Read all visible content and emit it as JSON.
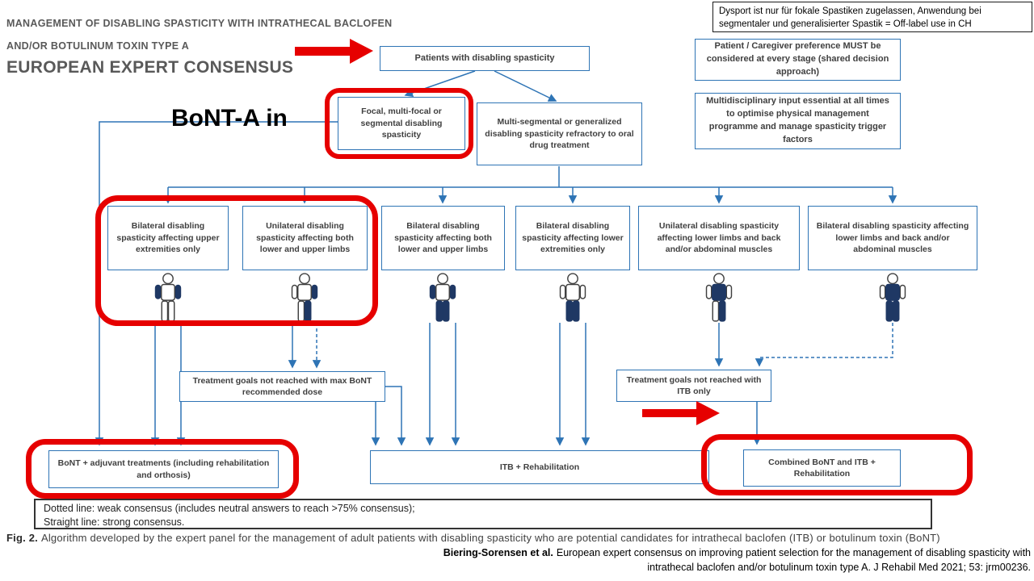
{
  "header": {
    "title_line1": "MANAGEMENT OF DISABLING SPASTICITY WITH INTRATHECAL BACLOFEN",
    "title_line2": "AND/OR BOTULINUM TOXIN TYPE A",
    "title_line3": "EUROPEAN EXPERT CONSENSUS",
    "annotation": "BoNT-A in"
  },
  "notes": {
    "dysport": "Dysport ist nur für fokale Spastiken zugelassen, Anwendung bei segmentaler und generalisierter Spastik = Off-label use in CH",
    "preference": "Patient / Caregiver preference MUST be considered at every stage (shared decision approach)",
    "multidisciplinary": "Multidisciplinary input essential at all times to optimise physical management programme and manage spasticity trigger factors"
  },
  "nodes": {
    "patients": "Patients with disabling spasticity",
    "focal": "Focal, multi-focal or segmental disabling spasticity",
    "multisegmental": "Multi-segmental or generalized disabling spasticity refractory to oral drug treatment",
    "bilateral_upper": "Bilateral disabling spasticity affecting upper extremities only",
    "unilateral_both": "Unilateral disabling spasticity affecting both lower and upper limbs",
    "bilateral_both": "Bilateral disabling spasticity affecting both lower and upper limbs",
    "bilateral_lower": "Bilateral disabling spasticity affecting lower extremities only",
    "unilateral_lower_back": "Unilateral disabling spasticity affecting lower limbs and back and/or abdominal muscles",
    "bilateral_lower_back": "Bilateral disabling spasticity affecting lower limbs and back and/or abdominal muscles",
    "goals_bont": "Treatment goals not reached with max BoNT recommended dose",
    "goals_itb": "Treatment goals not reached with ITB only",
    "bont_adjuvant": "BoNT + adjuvant treatments (including rehabilitation and orthosis)",
    "itb_rehab": "ITB + Rehabilitation",
    "combined": "Combined BoNT and ITB + Rehabilitation"
  },
  "legend": {
    "line1": "Dotted line: weak consensus (includes neutral answers to reach >75% consensus);",
    "line2": "Straight line: strong consensus."
  },
  "caption": {
    "fig_label": "Fig. 2.",
    "text": "Algorithm developed by the expert panel for the management of adult patients with disabling spasticity who are potential candidates for intrathecal baclofen (ITB) or botulinum toxin (BoNT)",
    "citation_bold": "Biering-Sorensen et al.",
    "citation": "European expert consensus on improving patient selection for the management of disabling spasticity with intrathecal baclofen and/or botulinum toxin type A. J Rehabil Med 2021; 53: jrm00236."
  },
  "colors": {
    "box_border": "#2e74b5",
    "connector_line": "#2e74b5",
    "highlight_red": "#e60000",
    "person_affected": "#1f3864",
    "title_gray": "#595959"
  }
}
